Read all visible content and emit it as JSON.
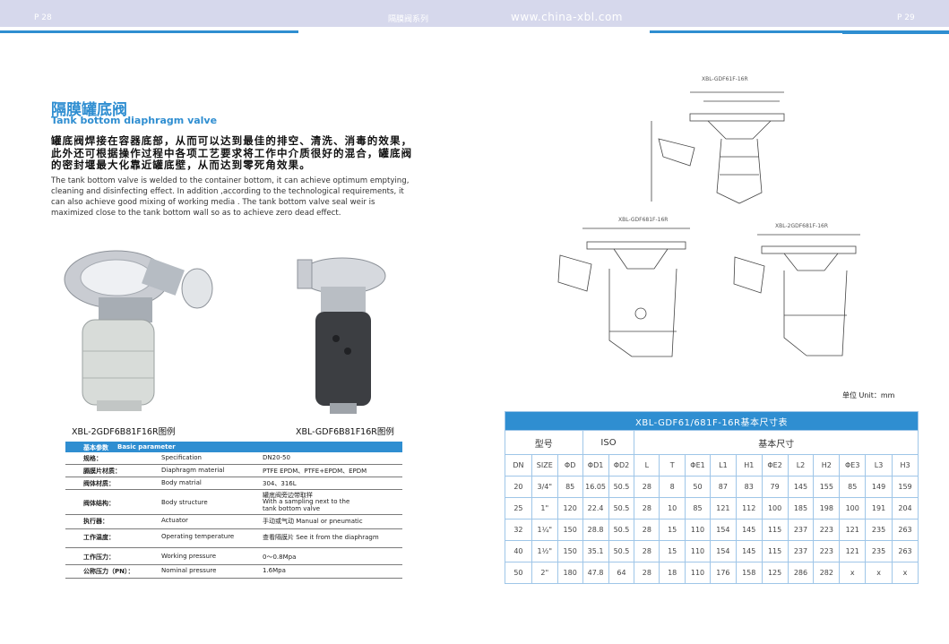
{
  "header": {
    "page_left": "P 28",
    "series": "隔膜阀系列",
    "url": "www.china-xbl.com",
    "page_right": "P 29"
  },
  "intro": {
    "title_cn": "隔膜罐底阀",
    "title_en": "Tank bottom diaphragm valve",
    "desc_cn": "罐底阀焊接在容器底部，从而可以达到最佳的排空、清洗、消毒的效果，此外还可根据操作过程中各项工艺要求将工作中介质很好的混合，罐底阀的密封堰最大化靠近罐底壁，从而达到零死角效果。",
    "desc_en": "The tank bottom valve is welded to the container bottom, it can achieve optimum emptying, cleaning and disinfecting effect. In addition ,according to the technological requirements, it can also achieve good mixing of working media . The tank bottom valve seal weir is maximized close to the tank bottom wall so as to achieve zero dead effect."
  },
  "products": [
    {
      "caption": "XBL-2GDF6B81F16R图例"
    },
    {
      "caption": "XBL-GDF6B81F16R图例"
    }
  ],
  "params": {
    "header_cn": "基本参数",
    "header_en": "Basic parameter",
    "rows": [
      {
        "cn": "规格：",
        "en": "Specification",
        "value": "DN20-50"
      },
      {
        "cn": "膈膜片材质：",
        "en": "Diaphragm material",
        "value": "PTFE EPDM、PTFE+EPDM、EPDM"
      },
      {
        "cn": "阀体材质：",
        "en": "Body matrial",
        "value": "304、316L"
      },
      {
        "cn": "阀体结构：",
        "en": "Body structure",
        "value": "罐底阀旁边带取样",
        "value2": "With a sampling next to the",
        "value3": "tank bottom valve"
      },
      {
        "cn": "执行器：",
        "en": "Actuator",
        "value": "手动或气动  Manual or pneumatic"
      },
      {
        "cn": "工作温度：",
        "en": "Operating temperature",
        "value": "查看隔膜片  See it from  the diaphragm"
      },
      {
        "cn": "工作压力：",
        "en": "Working pressure",
        "value": "0～0.8Mpa"
      },
      {
        "cn": "公称压力（PN）：",
        "en": "Nominal pressure",
        "value": "1.6Mpa"
      }
    ]
  },
  "drawings": {
    "d1": "XBL-GDF61F-16R",
    "d2": "XBL-GDF681F-16R",
    "d3": "XBL-2GDF681F-16R",
    "unit": "单位 Unit：mm"
  },
  "dim_table": {
    "title": "XBL-GDF61/681F-16R基本尺寸表",
    "group_model": "型号",
    "group_iso": "ISO",
    "group_dims": "基本尺寸",
    "columns": [
      "DN",
      "SIZE",
      "ΦD",
      "ΦD1",
      "ΦD2",
      "L",
      "T",
      "ΦE1",
      "L1",
      "H1",
      "ΦE2",
      "L2",
      "H2",
      "ΦE3",
      "L3",
      "H3"
    ],
    "rows": [
      [
        "20",
        "3/4\"",
        "85",
        "16.05",
        "50.5",
        "28",
        "8",
        "50",
        "87",
        "83",
        "79",
        "145",
        "155",
        "85",
        "149",
        "159"
      ],
      [
        "25",
        "1\"",
        "120",
        "22.4",
        "50.5",
        "28",
        "10",
        "85",
        "121",
        "112",
        "100",
        "185",
        "198",
        "100",
        "191",
        "204"
      ],
      [
        "32",
        "1¼\"",
        "150",
        "28.8",
        "50.5",
        "28",
        "15",
        "110",
        "154",
        "145",
        "115",
        "237",
        "223",
        "121",
        "235",
        "263"
      ],
      [
        "40",
        "1½\"",
        "150",
        "35.1",
        "50.5",
        "28",
        "15",
        "110",
        "154",
        "145",
        "115",
        "237",
        "223",
        "121",
        "235",
        "263"
      ],
      [
        "50",
        "2\"",
        "180",
        "47.8",
        "64",
        "28",
        "18",
        "110",
        "176",
        "158",
        "125",
        "286",
        "282",
        "x",
        "x",
        "x"
      ]
    ]
  },
  "colors": {
    "accent": "#2f8ed1",
    "header_band": "#d6d8ec"
  }
}
